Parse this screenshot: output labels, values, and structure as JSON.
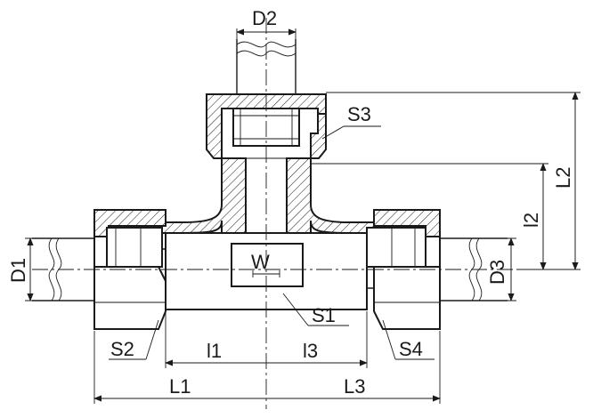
{
  "drawing": {
    "labels": {
      "d1": "D1",
      "d2": "D2",
      "d3": "D3",
      "s1": "S1",
      "s2": "S2",
      "s3": "S3",
      "s4": "S4",
      "l1": "L1",
      "l2": "L2",
      "l3": "L3",
      "i1": "l1",
      "i2": "l2",
      "i3": "l3"
    },
    "logo_letter": "W"
  }
}
